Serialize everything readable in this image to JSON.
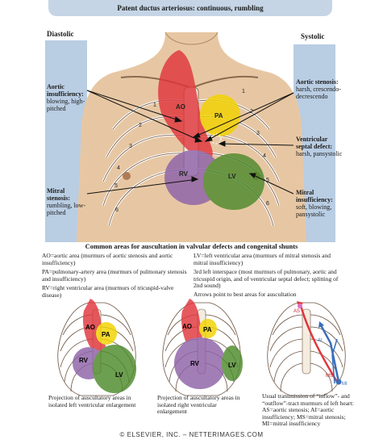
{
  "banner": {
    "bold": "Patent ductus arteriosus:",
    "rest": " continuous, rumbling"
  },
  "side": {
    "diastolic": "Diastolic",
    "systolic": "Systolic"
  },
  "labels": {
    "aortic_insufficiency": {
      "title": "Aortic insufficiency:",
      "desc": "blowing, high-pitched"
    },
    "mitral_stenosis": {
      "title": "Mitral stenosis:",
      "desc": "rumbling, low-pitched"
    },
    "aortic_stenosis": {
      "title": "Aortic stenosis:",
      "desc": "harsh, crescendo-decrescendo"
    },
    "vsd": {
      "title": "Ventricular septal defect:",
      "desc": "harsh, pansystolic"
    },
    "mitral_insufficiency": {
      "title": "Mitral insufficiency:",
      "desc": "soft, blowing, pansystolic"
    }
  },
  "areas": {
    "ao": "AO",
    "pa": "PA",
    "rv": "RV",
    "lv": "LV"
  },
  "ribs": [
    "1",
    "2",
    "3",
    "4",
    "5",
    "6",
    "1",
    "2",
    "3",
    "4",
    "5",
    "6"
  ],
  "caption": "Common areas for auscultation in valvular defects and congenital shunts",
  "legend": {
    "ao": "AO=aortic area (murmurs of aortic stenosis and aortic insufficiency)",
    "pa": "PA=pulmonary-artery area (murmurs of pulmonary stenosis and insufficiency)",
    "rv": "RV=right ventricular area (murmurs of tricuspid-valve disease)",
    "lv": "LV=left ventricular area (murmurs of mitral stenosis and mitral insufficiency)",
    "space3": "3rd left interspace (most murmurs of pulmonary, aortic and tricuspid origin, and of ventricular septal defect; splitting of 2nd sound)",
    "arrows": "Arrows point to best areas for auscultation"
  },
  "small": {
    "mini_labels": {
      "ao": "AO",
      "pa": "PA",
      "rv": "RV",
      "lv": "LV"
    },
    "flow_labels": {
      "as": "AS",
      "ai": "AI",
      "ms": "MS",
      "mi": "MI"
    },
    "cap1": "Projection of auscultatory areas in isolated left ventricular enlargement",
    "cap2": "Projection of auscultatory areas in isolated right ventricular enlargement",
    "cap3": "Usual transmission of “inflow”- and “outflow”-tract murmurs of left heart: AS=aortic stenosis; AI=aortic insufficiency; MS=mitral stenosis; MI=mitral insufficiency"
  },
  "footer": "© ELSEVIER, INC. – NETTERIMAGES.COM",
  "colors": {
    "ao": "#e0363c",
    "pa": "#f2d300",
    "rv": "#8e62a8",
    "lv": "#4e8a2c",
    "blue": "#b9cde3",
    "skin": "#e7c7a3"
  }
}
